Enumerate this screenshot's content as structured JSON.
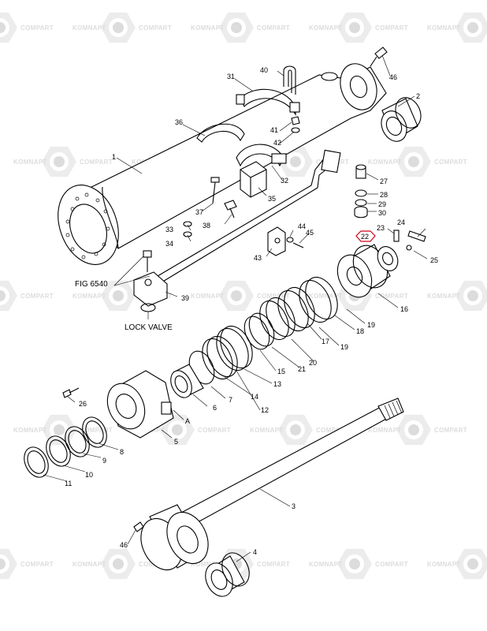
{
  "watermark": {
    "left_word": "KOMNAPT",
    "right_word": "COMPART",
    "color": "#d6d6d6"
  },
  "callouts": [
    {
      "id": "c1",
      "text": "1"
    },
    {
      "id": "c2",
      "text": "2"
    },
    {
      "id": "c3",
      "text": "3"
    },
    {
      "id": "c4",
      "text": "4"
    },
    {
      "id": "c5",
      "text": "5"
    },
    {
      "id": "c6",
      "text": "6"
    },
    {
      "id": "c7",
      "text": "7"
    },
    {
      "id": "c8",
      "text": "8"
    },
    {
      "id": "c9",
      "text": "9"
    },
    {
      "id": "c10",
      "text": "10"
    },
    {
      "id": "c11",
      "text": "11"
    },
    {
      "id": "c12",
      "text": "12"
    },
    {
      "id": "c13",
      "text": "13"
    },
    {
      "id": "c14",
      "text": "14"
    },
    {
      "id": "c15",
      "text": "15"
    },
    {
      "id": "c16",
      "text": "16"
    },
    {
      "id": "c17",
      "text": "17"
    },
    {
      "id": "c18",
      "text": "18"
    },
    {
      "id": "c19a",
      "text": "19"
    },
    {
      "id": "c19b",
      "text": "19"
    },
    {
      "id": "c20",
      "text": "20"
    },
    {
      "id": "c21",
      "text": "21"
    },
    {
      "id": "c22",
      "text": "22"
    },
    {
      "id": "c23",
      "text": "23"
    },
    {
      "id": "c24",
      "text": "24"
    },
    {
      "id": "c25",
      "text": "25"
    },
    {
      "id": "c26",
      "text": "26"
    },
    {
      "id": "c27",
      "text": "27"
    },
    {
      "id": "c28",
      "text": "28"
    },
    {
      "id": "c29",
      "text": "29"
    },
    {
      "id": "c30",
      "text": "30"
    },
    {
      "id": "c31",
      "text": "31"
    },
    {
      "id": "c32",
      "text": "32"
    },
    {
      "id": "c33",
      "text": "33"
    },
    {
      "id": "c34",
      "text": "34"
    },
    {
      "id": "c35",
      "text": "35"
    },
    {
      "id": "c36",
      "text": "36"
    },
    {
      "id": "c37",
      "text": "37"
    },
    {
      "id": "c38",
      "text": "38"
    },
    {
      "id": "c39",
      "text": "39"
    },
    {
      "id": "c40",
      "text": "40"
    },
    {
      "id": "c41",
      "text": "41"
    },
    {
      "id": "c42",
      "text": "42"
    },
    {
      "id": "c43",
      "text": "43"
    },
    {
      "id": "c44",
      "text": "44"
    },
    {
      "id": "c45",
      "text": "45"
    },
    {
      "id": "c46a",
      "text": "46"
    },
    {
      "id": "c46b",
      "text": "46"
    },
    {
      "id": "cA",
      "text": "A"
    }
  ],
  "labels": {
    "fig_ref": "FIG 6540",
    "lock_valve": "LOCK VALVE"
  },
  "highlight": {
    "callout": "22",
    "color": "#d0021b"
  }
}
